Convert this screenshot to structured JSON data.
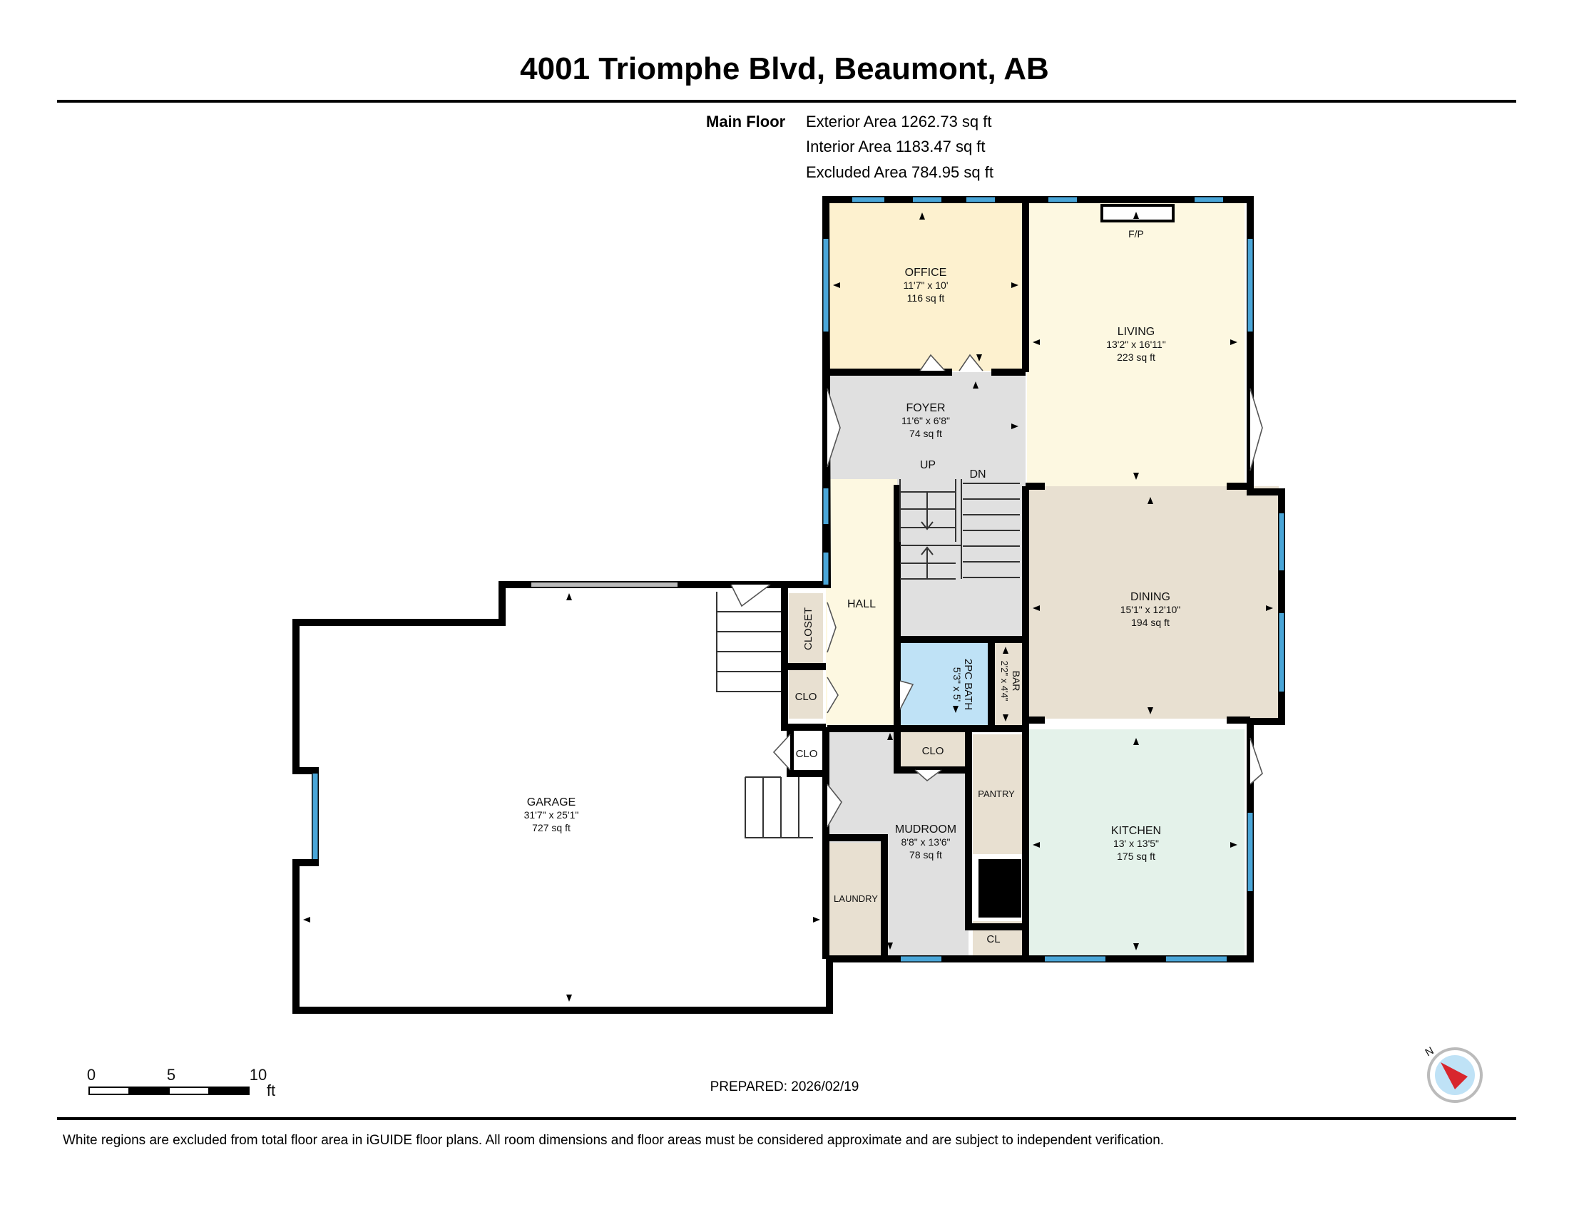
{
  "header": {
    "title": "4001 Triomphe Blvd, Beaumont, AB"
  },
  "summary": {
    "floor": "Main Floor",
    "exterior": "Exterior Area 1262.73 sq ft",
    "interior": "Interior Area 1183.47 sq ft",
    "excluded": "Excluded Area 784.95 sq ft"
  },
  "rooms": {
    "office": {
      "name": "OFFICE",
      "dims": "11'7\" x 10'",
      "area": "116 sq ft"
    },
    "living": {
      "name": "LIVING",
      "dims": "13'2\" x 16'11\"",
      "area": "223 sq ft"
    },
    "foyer": {
      "name": "FOYER",
      "dims": "11'6\" x 6'8\"",
      "area": "74 sq ft"
    },
    "dining": {
      "name": "DINING",
      "dims": "15'1\" x 12'10\"",
      "area": "194 sq ft"
    },
    "hall": {
      "name": "HALL"
    },
    "bath": {
      "name": "2PC BATH",
      "dims": "5'3\" x 5'"
    },
    "bar": {
      "name": "BAR",
      "dims": "2'2\" x 4'4\""
    },
    "kitchen": {
      "name": "KITCHEN",
      "dims": "13' x 13'5\"",
      "area": "175 sq ft"
    },
    "mudroom": {
      "name": "MUDROOM",
      "dims": "8'8\" x 13'6\"",
      "area": "78 sq ft"
    },
    "garage": {
      "name": "GARAGE",
      "dims": "31'7\" x 25'1\"",
      "area": "727 sq ft"
    },
    "closet": {
      "name": "CLOSET"
    },
    "clo1": {
      "name": "CLO"
    },
    "clo2": {
      "name": "CLO"
    },
    "clo3": {
      "name": "CLO"
    },
    "pantry": {
      "name": "PANTRY"
    },
    "laundry": {
      "name": "LAUNDRY"
    },
    "cl": {
      "name": "CL"
    }
  },
  "labels": {
    "fireplace": "F/P",
    "up": "UP",
    "down": "DN"
  },
  "scale": {
    "tick0": "0",
    "tick5": "5",
    "tick10": "10",
    "unit": "ft"
  },
  "compass": {
    "north": "N"
  },
  "footer": {
    "prepared": "PREPARED: 2026/02/19",
    "disclaimer": "White regions are excluded from total floor area in iGUIDE floor plans. All room dimensions and floor areas must be considered approximate and are subject to independent verification."
  },
  "colors": {
    "office": "#fdf1cf",
    "living": "#fdf8e1",
    "hall": "#fdf8e1",
    "foyer": "#e0e0e0",
    "dining": "#e8e0d1",
    "kitchen": "#e4f2ea",
    "bath": "#bfe2f6",
    "closet": "#e8e0d1",
    "wall": "#000000",
    "window": "#4aa6d8"
  }
}
